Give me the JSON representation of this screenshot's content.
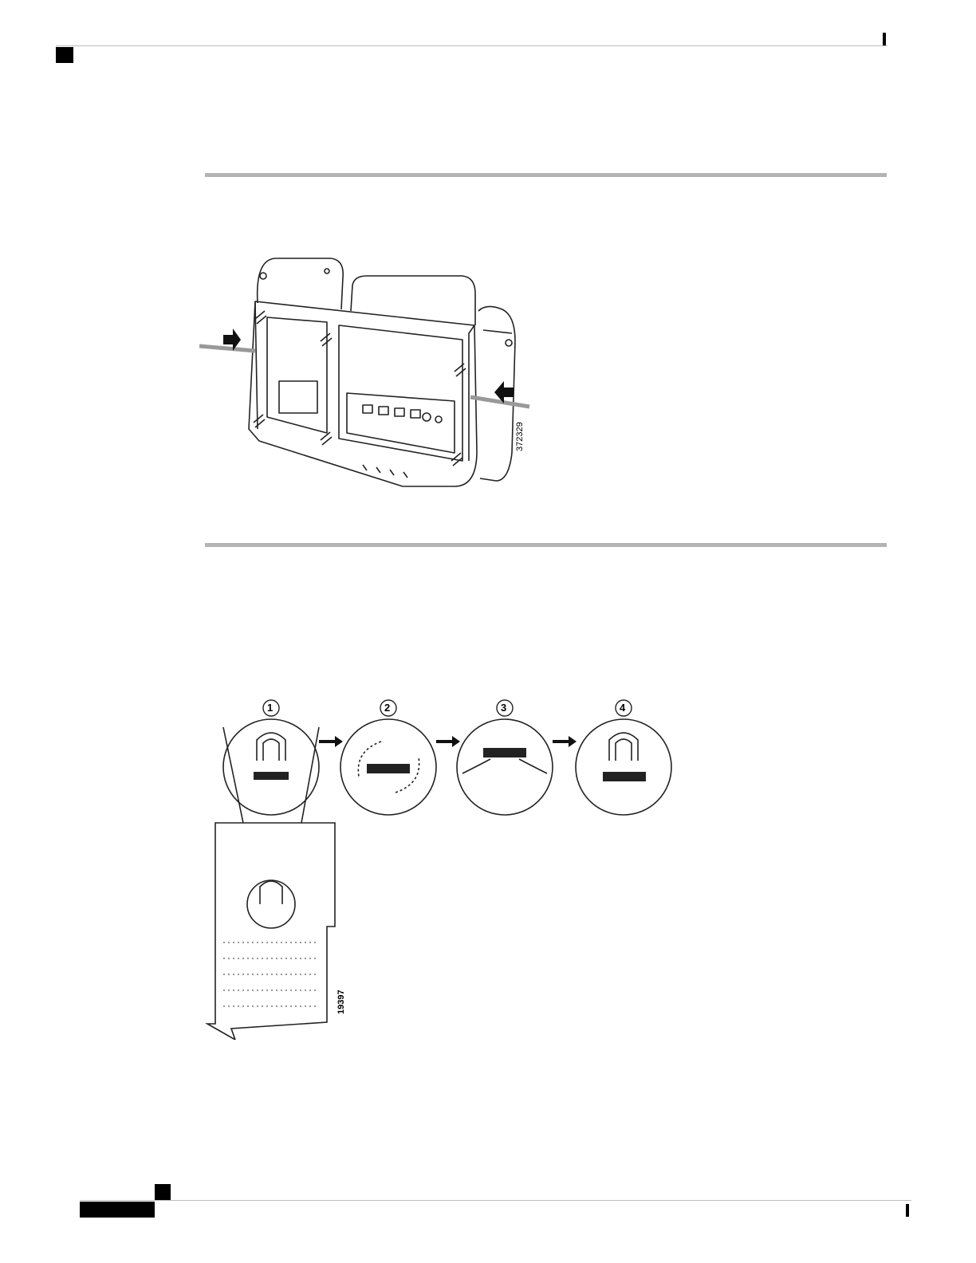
{
  "page": {
    "header": {
      "corner_mark": "header-corner-mark",
      "right_tick": "header-right-tick"
    },
    "footer": {
      "page_tab": "footer-page-tab",
      "right_tick": "footer-right-tick"
    }
  },
  "figures": [
    {
      "name": "wall-mount-bracket-figure",
      "figure_id": "372329"
    },
    {
      "name": "handset-rest-figure",
      "figure_id": "19397",
      "steps": [
        "1",
        "2",
        "3",
        "4"
      ]
    }
  ]
}
